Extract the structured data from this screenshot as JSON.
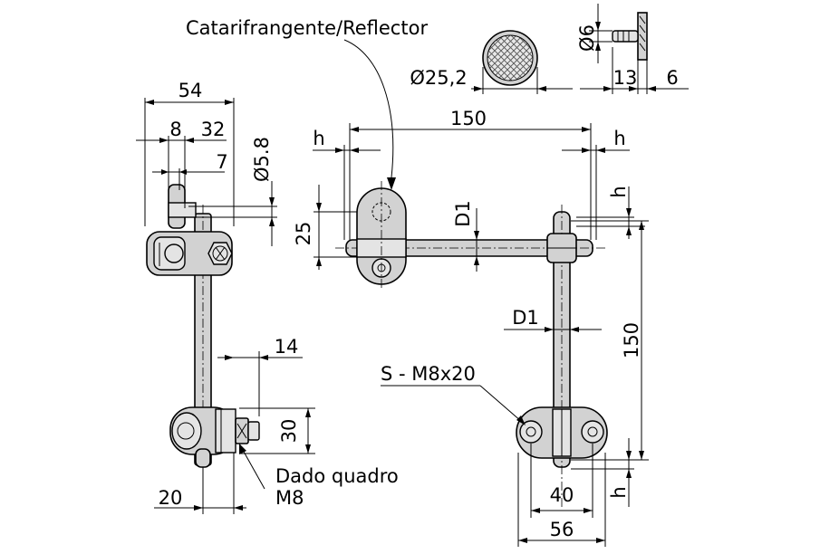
{
  "labels": {
    "reflector": "Catarifrangente/Reflector",
    "nut_line1": "Dado quadro",
    "nut_line2": "M8",
    "screw": "S - M8x20"
  },
  "dimensions": {
    "d54": "54",
    "d8": "8",
    "d32": "32",
    "d7": "7",
    "d5_8": "Ø5.8",
    "d14": "14",
    "d30": "30",
    "d20": "20",
    "d25_2": "Ø25,2",
    "d6_dia": "Ø6",
    "d13": "13",
    "d6": "6",
    "d150_h": "150",
    "h_left": "h",
    "h_right": "h",
    "h_top_right": "h",
    "d25": "25",
    "D1_top": "D1",
    "D1_mid": "D1",
    "d150_v": "150",
    "d40": "40",
    "d56": "56",
    "h_bottom": "h"
  }
}
